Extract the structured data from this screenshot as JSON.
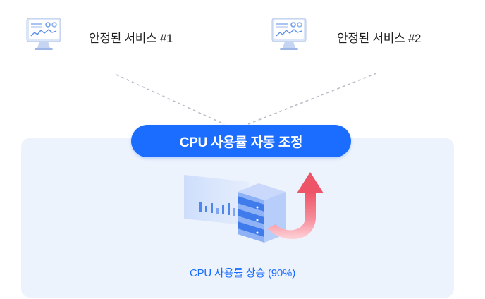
{
  "services": [
    {
      "label": "안정된 서비스 #1",
      "icon": "monitor-dashboard-icon"
    },
    {
      "label": "안정된 서비스 #2",
      "icon": "monitor-dashboard-icon"
    }
  ],
  "autoscale": {
    "label": "CPU 사용률 자동 조정"
  },
  "status": {
    "caption": "CPU 사용률 상승 (90%)",
    "cpu_percent": 90,
    "icons": [
      "cpu-usage-chart-icon",
      "server-stack-icon",
      "upward-arrow-icon"
    ]
  },
  "colors": {
    "accent": "#1a6dff",
    "panel_background": "#edf3fc",
    "arrow": "#f06a7a"
  }
}
